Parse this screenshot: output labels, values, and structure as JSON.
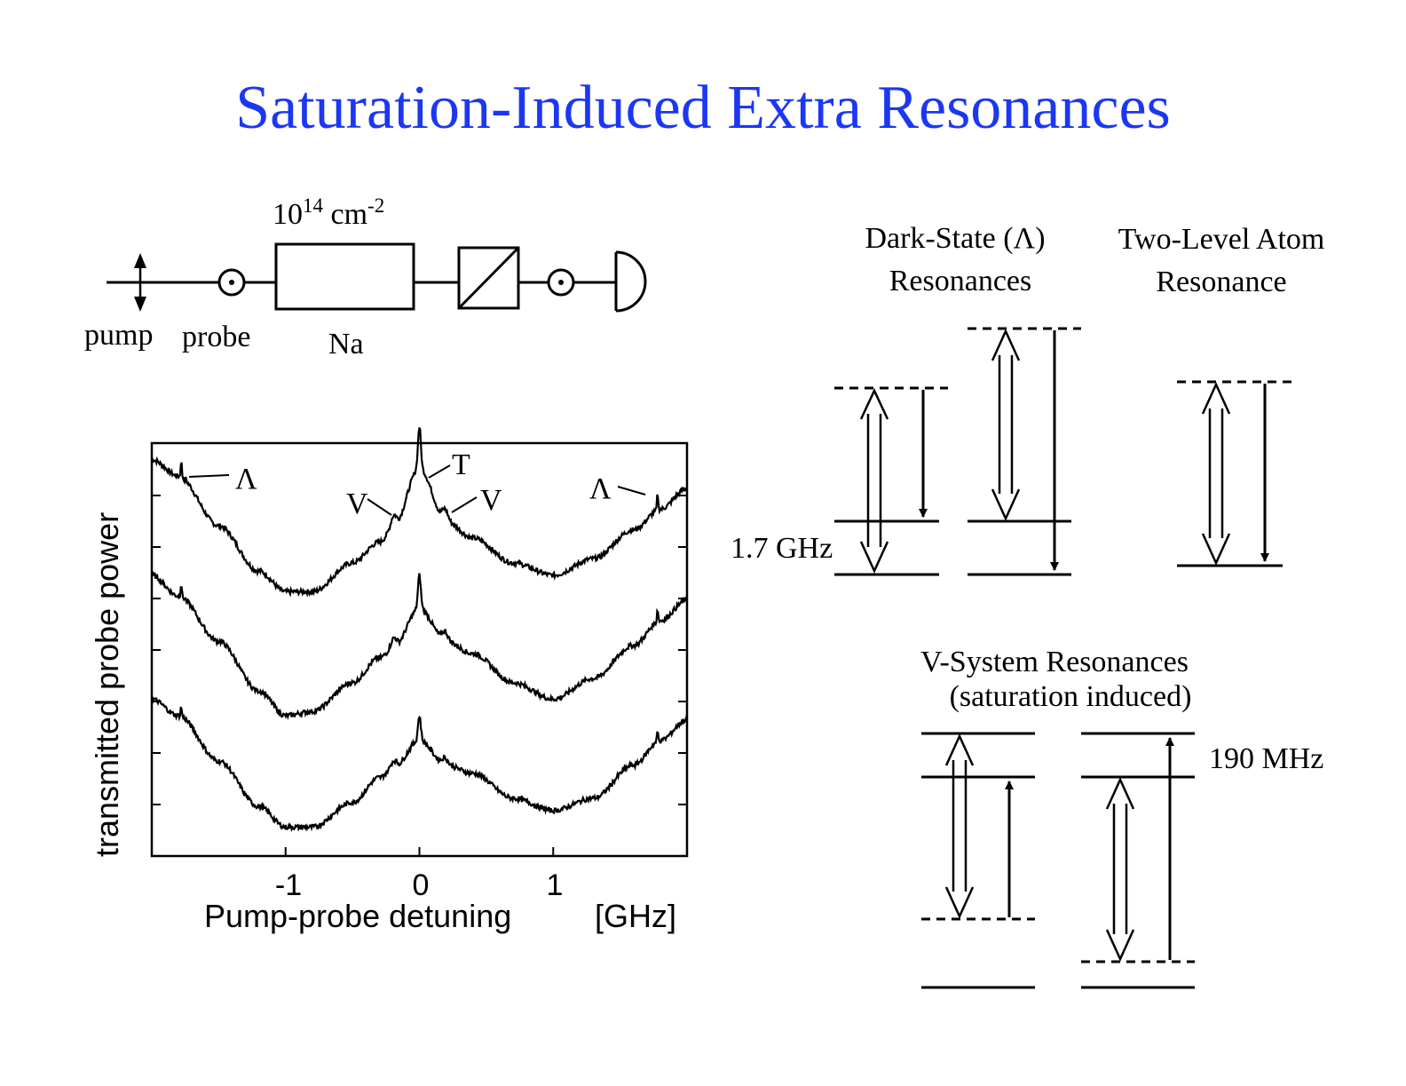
{
  "title": "Saturation-Induced Extra Resonances",
  "setup": {
    "density_base": "10",
    "density_exp": "14",
    "density_unit": "cm",
    "density_unit_exp": "-2",
    "pump_label": "pump",
    "probe_label": "probe",
    "cell_label": "Na"
  },
  "chart_data": {
    "type": "line",
    "xlabel": "Pump-probe detuning",
    "xunit": "[GHz]",
    "ylabel": "transmitted probe power",
    "xlim": [
      -2,
      2
    ],
    "x_ticks": [
      "-1",
      "0",
      "1"
    ],
    "x_tick_values": [
      -1,
      0,
      1
    ],
    "peak_labels": {
      "lambda_left": "Λ",
      "v_left": "V",
      "t_center": "T",
      "v_right": "V",
      "lambda_right": "Λ"
    },
    "series": [
      {
        "x": [
          -2,
          -1.8,
          -1.5,
          -1.2,
          -1.0,
          -0.8,
          -0.5,
          -0.3,
          -0.2,
          0,
          0.2,
          0.4,
          0.7,
          1.0,
          1.3,
          1.6,
          1.8,
          2.0
        ],
        "y": [
          0.96,
          0.92,
          0.8,
          0.69,
          0.64,
          0.64,
          0.71,
          0.76,
          0.79,
          0.94,
          0.81,
          0.77,
          0.71,
          0.68,
          0.72,
          0.79,
          0.84,
          0.89
        ]
      },
      {
        "x": [
          -2,
          -1.8,
          -1.5,
          -1.2,
          -1.0,
          -0.8,
          -0.5,
          -0.3,
          -0.2,
          0,
          0.2,
          0.4,
          0.7,
          1.0,
          1.3,
          1.6,
          1.8,
          2.0
        ],
        "y": [
          0.68,
          0.63,
          0.52,
          0.4,
          0.34,
          0.35,
          0.42,
          0.48,
          0.5,
          0.6,
          0.52,
          0.49,
          0.42,
          0.38,
          0.43,
          0.51,
          0.57,
          0.62
        ]
      },
      {
        "x": [
          -2,
          -1.8,
          -1.5,
          -1.2,
          -1.0,
          -0.8,
          -0.5,
          -0.3,
          -0.2,
          0,
          0.2,
          0.4,
          0.7,
          1.0,
          1.3,
          1.6,
          1.8,
          2.0
        ],
        "y": [
          0.38,
          0.34,
          0.23,
          0.12,
          0.07,
          0.07,
          0.13,
          0.19,
          0.21,
          0.28,
          0.22,
          0.2,
          0.14,
          0.11,
          0.14,
          0.22,
          0.28,
          0.33
        ]
      }
    ]
  },
  "diagrams": {
    "dark_state_title_1": "Dark-State (Λ)",
    "dark_state_title_2": "Resonances",
    "two_level_title_1": "Two-Level Atom",
    "two_level_title_2": "Resonance",
    "ground_splitting": "1.7 GHz",
    "v_system_title_1": "V-System Resonances",
    "v_system_title_2": "(saturation induced)",
    "excited_splitting": "190 MHz"
  }
}
